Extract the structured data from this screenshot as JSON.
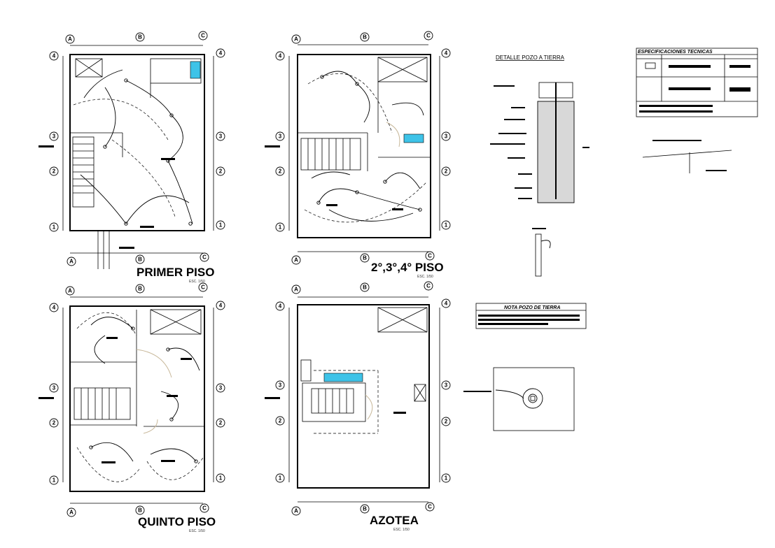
{
  "plans": {
    "primer": {
      "title": "PRIMER PISO",
      "scale": "ESC. 1/50"
    },
    "segundo": {
      "title": "2°,3°,4° PISO",
      "scale": "ESC. 1/50"
    },
    "quinto": {
      "title": "QUINTO PISO",
      "scale": "ESC. 1/50"
    },
    "azotea": {
      "title": "AZOTEA",
      "scale": "ESC. 1/50"
    }
  },
  "axes": {
    "columns": [
      "A",
      "B",
      "C"
    ],
    "rows": [
      "4",
      "3",
      "2",
      "1"
    ]
  },
  "detail_pozo": {
    "title": "DETALLE POZO A TIERRA"
  },
  "specs": {
    "title": "ESPECIFICACIONES TECNICAS"
  },
  "nota": {
    "title": "NOTA POZO DE TIERRA"
  },
  "colors": {
    "line": "#000000",
    "fixture": "#3ec3e8",
    "door": "#c8b89a"
  }
}
